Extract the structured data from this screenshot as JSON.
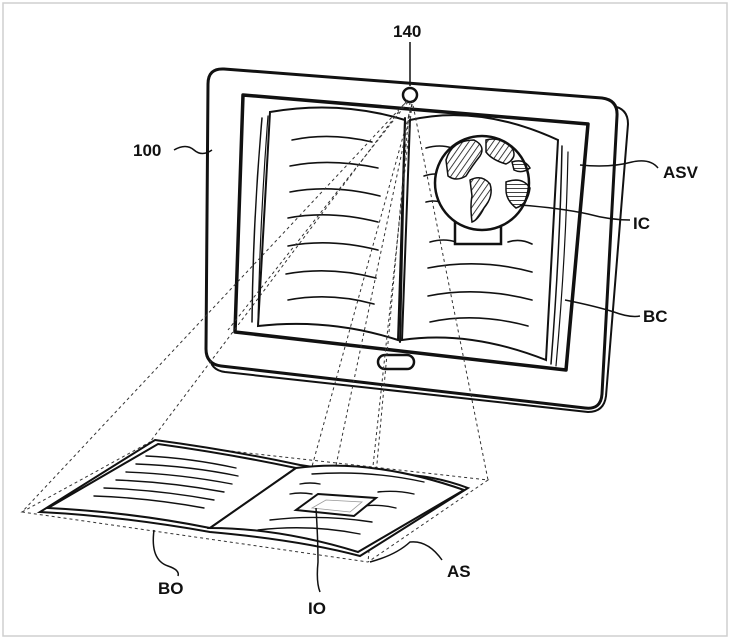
{
  "figure": {
    "labels": {
      "camera": "140",
      "device": "100",
      "virtual_space": "ASV",
      "image_content": "IC",
      "book_content": "BC",
      "book_object": "BO",
      "image_object": "IO",
      "actual_space": "AS"
    }
  }
}
